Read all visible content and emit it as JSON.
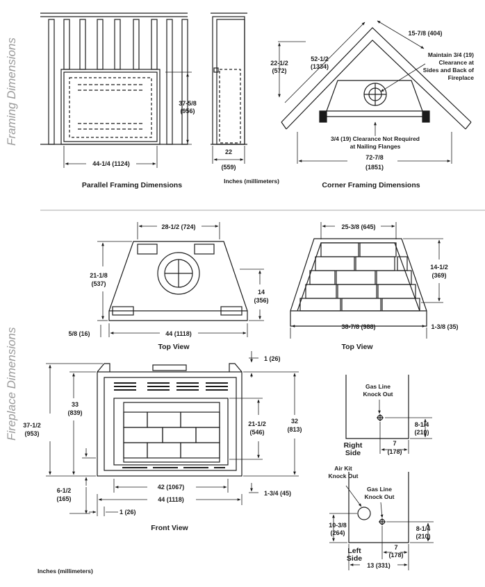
{
  "side_labels": {
    "framing": "Framing Dimensions",
    "fireplace": "Fireplace Dimensions"
  },
  "framing": {
    "parallel_caption": "Parallel Framing Dimensions",
    "corner_caption": "Corner Framing Dimensions",
    "units_note": "Inches (millimeters)",
    "dims": {
      "width": "44-1/4 (1124)",
      "height_a": "37-5/8",
      "height_b": "(956)",
      "depth_a": "22",
      "depth_b": "(559)",
      "corner_depth_a": "22-1/2",
      "corner_depth_b": "(572)",
      "corner_diag_a": "52-1/2",
      "corner_diag_b": "(1334)",
      "corner_side": "15-7/8 (404)",
      "corner_width_a": "72-7/8",
      "corner_width_b": "(1851)"
    },
    "notes": {
      "clearance": [
        "Maintain 3/4 (19)",
        "Clearance at",
        "Sides and Back of",
        "Fireplace"
      ],
      "nailing": [
        "3/4 (19) Clearance Not Required",
        "at Nailing Flanges"
      ]
    }
  },
  "fireplace": {
    "top_view_caption": "Top View",
    "top_view_caption_2": "Top View",
    "front_view_caption": "Front View",
    "right_side_label": [
      "Right",
      "Side"
    ],
    "left_side_label": [
      "Left",
      "Side"
    ],
    "units_note": "Inches (millimeters)",
    "dims": {
      "top_back": "28-1/2 (724)",
      "top_depth_a": "21-1/8",
      "top_depth_b": "(537)",
      "top_mid_a": "14",
      "top_mid_b": "(356)",
      "top_width": "44 (1118)",
      "top_offset": "5/8 (16)",
      "brick_back": "25-3/8 (645)",
      "brick_depth_a": "14-1/2",
      "brick_depth_b": "(369)",
      "brick_width": "38-7/8 (988)",
      "brick_offset": "1-3/8 (35)",
      "front_top": "1 (26)",
      "front_h1_a": "33",
      "front_h1_b": "(839)",
      "front_h2_a": "37-1/2",
      "front_h2_b": "(953)",
      "front_open_a": "21-1/2",
      "front_open_b": "(546)",
      "front_total_a": "32",
      "front_total_b": "(813)",
      "front_bottom_a": "6-1/2",
      "front_bottom_b": "(165)",
      "front_inner_w": "42 (1067)",
      "front_outer_w": "44 (1118)",
      "front_side_off": "1 (26)",
      "front_base": "1-3/4 (45)",
      "rs_h_a": "8-1/4",
      "rs_h_b": "(210)",
      "rs_w_a": "7",
      "rs_w_b": "(178)",
      "ls_h_a": "8-1/4",
      "ls_h_b": "(210)",
      "ls_kit_a": "10-3/8",
      "ls_kit_b": "(264)",
      "ls_w_a": "7",
      "ls_w_b": "(178)",
      "ls_total": "13 (331)"
    },
    "notes": {
      "gas_right": [
        "Gas Line",
        "Knock Out"
      ],
      "gas_left": [
        "Gas Line",
        "Knock Out"
      ],
      "air_kit": [
        "Air Kit",
        "Knock Out"
      ]
    }
  }
}
